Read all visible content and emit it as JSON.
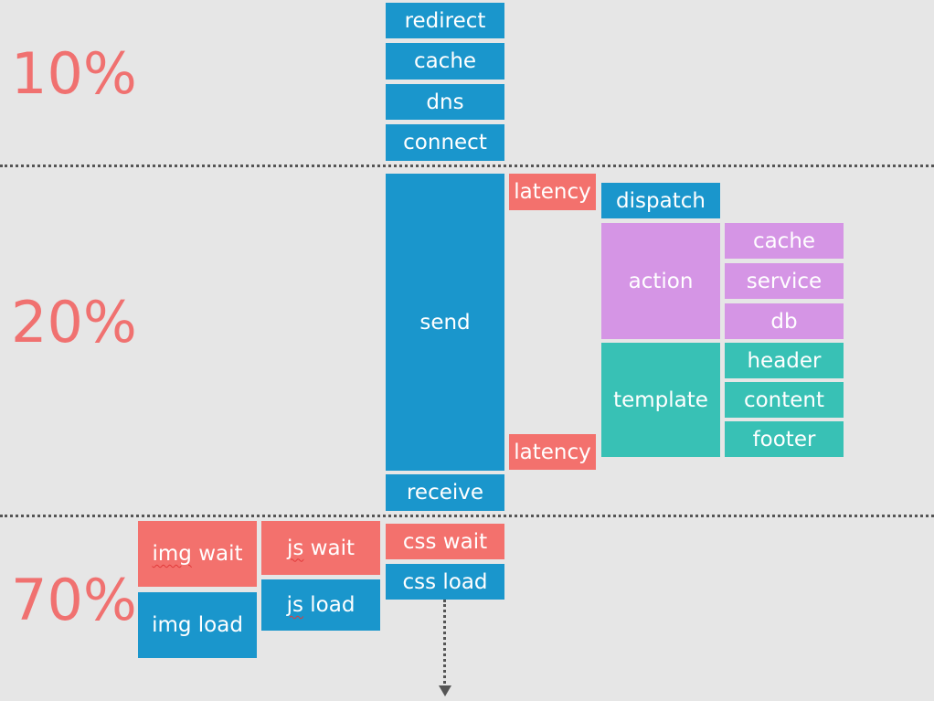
{
  "sections": {
    "top_pct": "10%",
    "mid_pct": "20%",
    "bottom_pct": "70%"
  },
  "main_column": {
    "redirect": "redirect",
    "cache": "cache",
    "dns": "dns",
    "connect": "connect",
    "send": "send",
    "receive": "receive",
    "css_wait": "css wait",
    "css_load": "css load"
  },
  "server": {
    "latency_top": "latency",
    "latency_bottom": "latency",
    "dispatch": "dispatch",
    "action": "action",
    "action_cache": "cache",
    "action_service": "service",
    "action_db": "db",
    "template": "template",
    "template_header": "header",
    "template_content": "content",
    "template_footer": "footer"
  },
  "assets": {
    "img_wait_word": "img",
    "img_wait_rest": " wait",
    "img_load": "img load",
    "js_wait_word": "js",
    "js_wait_rest": " wait",
    "js_load_word": "js",
    "js_load_rest": " load"
  },
  "colors": {
    "network_blue": "#1a96cc",
    "wait_red": "#f3716d",
    "action_purple": "#d595e5",
    "template_teal": "#38c1b5",
    "percent_text": "#f07170",
    "background": "#e6e6e6"
  }
}
